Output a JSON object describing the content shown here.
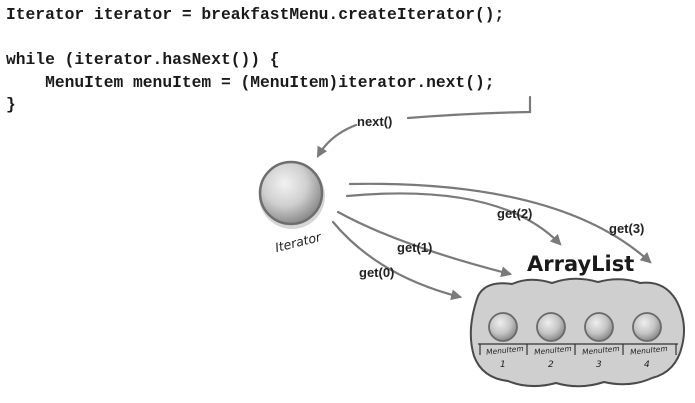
{
  "code": {
    "lines": [
      "Iterator iterator = breakfastMenu.createIterator();",
      "",
      "while (iterator.hasNext()) {",
      "    MenuItem menuItem = (MenuItem)iterator.next();",
      "}"
    ]
  },
  "diagram": {
    "iterator_label": "Iterator",
    "arraylist_label": "ArrayList",
    "calls": {
      "next": "next()",
      "get0": "get(0)",
      "get1": "get(1)",
      "get2": "get(2)",
      "get3": "get(3)"
    },
    "items": [
      {
        "label": "MenuItem",
        "index": "1"
      },
      {
        "label": "MenuItem",
        "index": "2"
      },
      {
        "label": "MenuItem",
        "index": "3"
      },
      {
        "label": "MenuItem",
        "index": "4"
      }
    ]
  }
}
